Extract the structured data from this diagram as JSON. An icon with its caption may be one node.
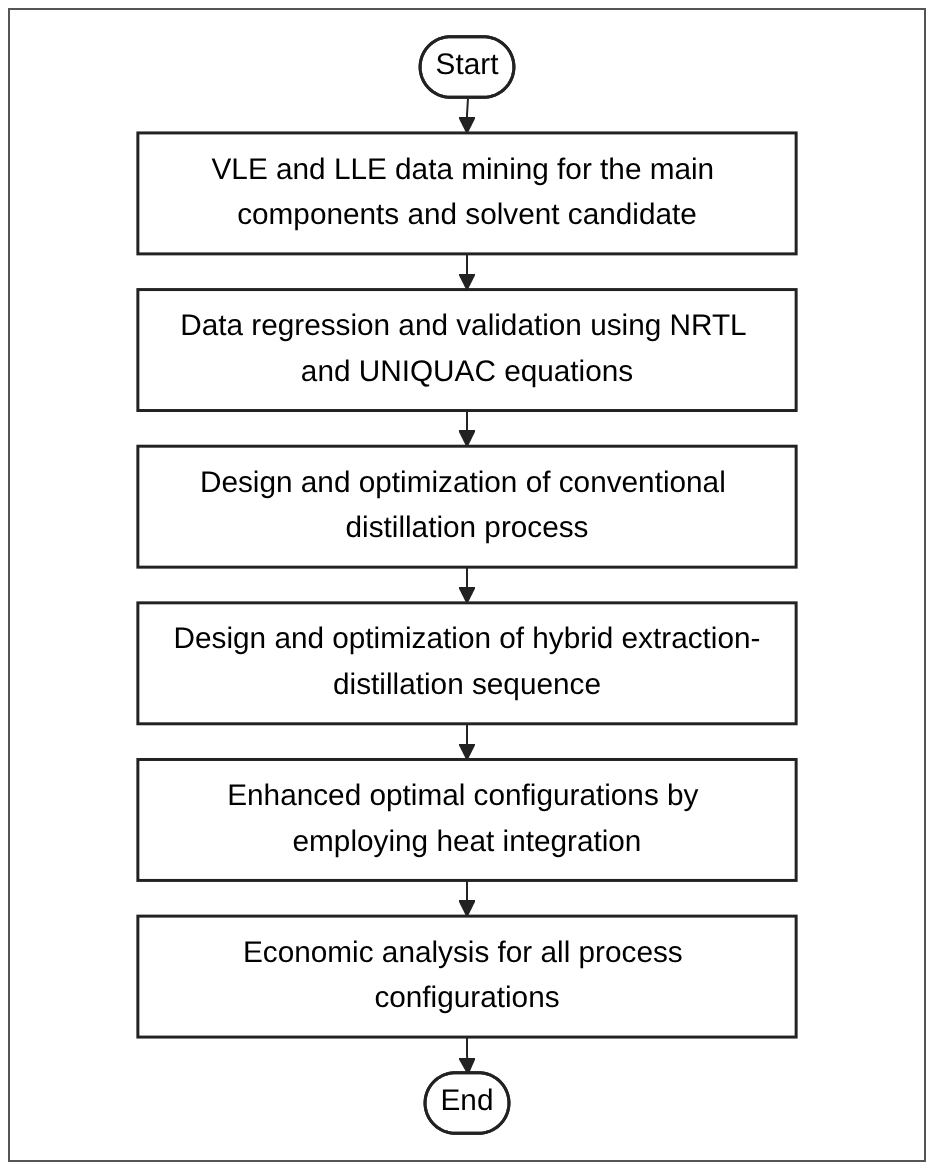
{
  "diagram": {
    "nodes": [
      {
        "text": [
          "Start"
        ]
      },
      {
        "text": [
          "VLE and LLE data mining for the main components and solvent candidate"
        ]
      },
      {
        "text": [
          "Data regression and validation using NRTL and UNIQUAC equations"
        ]
      },
      {
        "text": [
          "Design and optimization of conventional distillation process"
        ]
      },
      {
        "text": [
          "Design and optimization of hybrid extraction-distillation sequence"
        ]
      },
      {
        "text": [
          "Enhanced optimal configurations by employing heat integration"
        ]
      },
      {
        "text": [
          "Economic analysis for all process configurations"
        ]
      },
      {
        "text": [
          "End"
        ]
      }
    ],
    "edges": [
      {
        "from": 0,
        "to": 1,
        "arrow": "to"
      },
      {
        "from": 1,
        "to": 2,
        "arrow": "to"
      },
      {
        "from": 2,
        "to": 3,
        "arrow": "to"
      },
      {
        "from": 3,
        "to": 4,
        "arrow": "to"
      },
      {
        "from": 4,
        "to": 5,
        "arrow": "to"
      },
      {
        "from": 5,
        "to": 6,
        "arrow": "to"
      },
      {
        "from": 6,
        "to": 7,
        "arrow": "to"
      }
    ]
  }
}
